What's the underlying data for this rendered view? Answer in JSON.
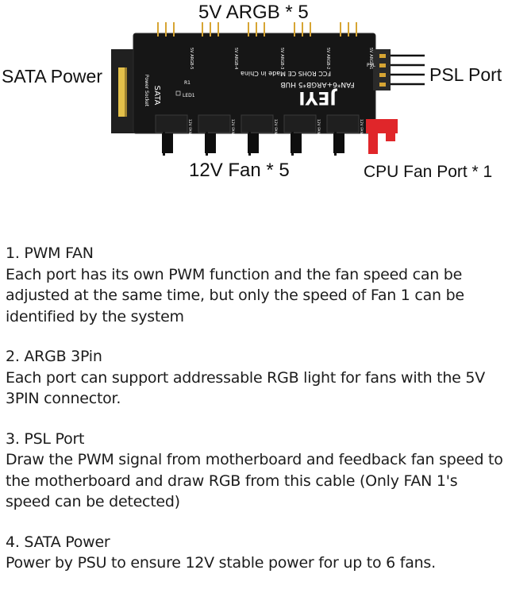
{
  "diagram": {
    "callouts": {
      "argb": "5V ARGB * 5",
      "sata": "SATA Power",
      "psl": "PSL Port",
      "fan": "12V Fan * 5",
      "cpu": "CPU Fan Port * 1"
    },
    "board": {
      "brand": "JEYI",
      "model": "FAN*6+ARGB*5 HUB",
      "cert": "FCC ROHS CE Made in China",
      "sata_label": "SATA",
      "socket_label": "Power Socket",
      "argb_port_labels": [
        "5V ARGB-5",
        "5V ARGB-4",
        "5V ARGB-3",
        "5V ARGB-2",
        "5V ARGB-1"
      ],
      "fan_port_labels": [
        "12V FAN-6",
        "12V FAN-5",
        "12V FAN-4",
        "12V FAN-3",
        "12V FAN-2"
      ],
      "led_label": "LED1",
      "resistor_label": "R1",
      "psl_label": "PSL",
      "colors": {
        "board": "#161616",
        "connector_red": "#e0262a",
        "sata_gold": "#e3c04a",
        "pin_gold": "#d7a533"
      }
    }
  },
  "features": [
    {
      "title": "1. PWM FAN",
      "description": "Each port has its own PWM function and the fan speed can be adjusted at the same time, but only the speed of Fan 1 can be identified by the system"
    },
    {
      "title": "2. ARGB 3Pin",
      "description": "Each port can support addressable RGB light for fans with the 5V 3PIN connector."
    },
    {
      "title": "3. PSL Port",
      "description": "Draw the PWM signal from motherboard and feedback fan speed to the motherboard and draw RGB from this cable (Only FAN 1's speed can be detected)"
    },
    {
      "title": "4. SATA Power",
      "description": "Power by PSU to ensure 12V stable power for up to 6 fans."
    }
  ]
}
